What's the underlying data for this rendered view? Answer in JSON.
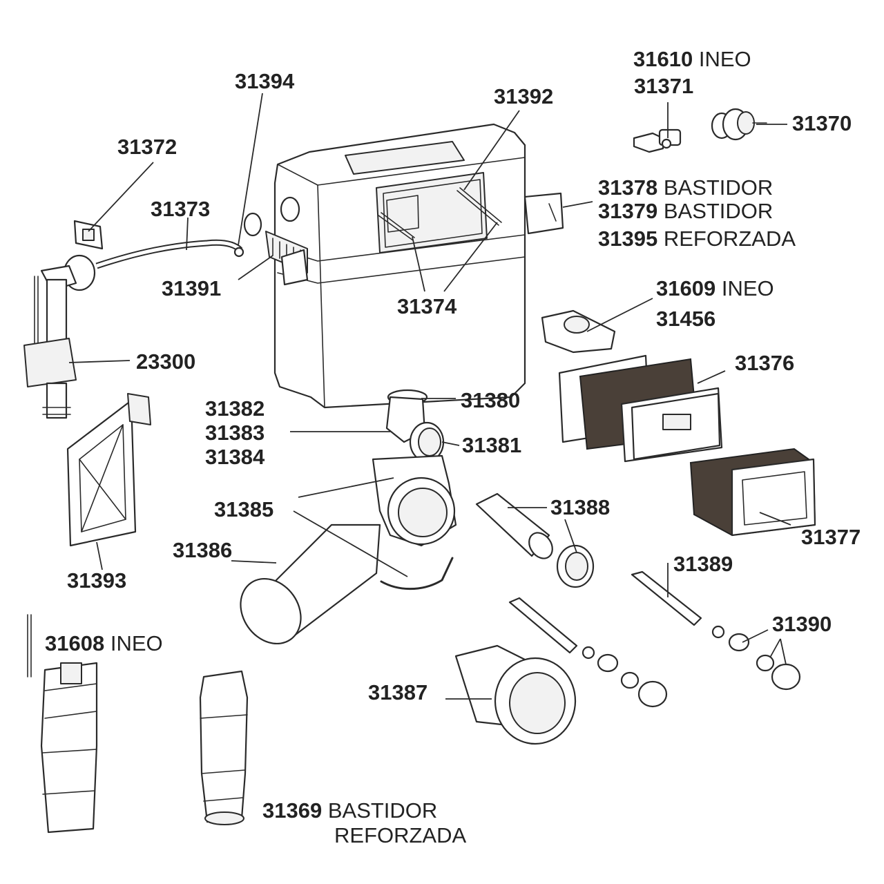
{
  "labels": {
    "p31610": {
      "number": "31610",
      "desc": "INEO"
    },
    "p31371": {
      "number": "31371",
      "desc": ""
    },
    "p31370": {
      "number": "31370",
      "desc": ""
    },
    "p31394": {
      "number": "31394",
      "desc": ""
    },
    "p31392": {
      "number": "31392",
      "desc": ""
    },
    "p31372": {
      "number": "31372",
      "desc": ""
    },
    "p31373": {
      "number": "31373",
      "desc": ""
    },
    "p31378": {
      "number": "31378",
      "desc": "BASTIDOR"
    },
    "p31379": {
      "number": "31379",
      "desc": "BASTIDOR"
    },
    "p31395": {
      "number": "31395",
      "desc": "REFORZADA"
    },
    "p31391": {
      "number": "31391",
      "desc": ""
    },
    "p31374": {
      "number": "31374",
      "desc": ""
    },
    "p31609": {
      "number": "31609",
      "desc": "INEO"
    },
    "p31456": {
      "number": "31456",
      "desc": ""
    },
    "p23300": {
      "number": "23300",
      "desc": ""
    },
    "p31376": {
      "number": "31376",
      "desc": ""
    },
    "p31380": {
      "number": "31380",
      "desc": ""
    },
    "p31382": {
      "number": "31382",
      "desc": ""
    },
    "p31383": {
      "number": "31383",
      "desc": ""
    },
    "p31384": {
      "number": "31384",
      "desc": ""
    },
    "p31381": {
      "number": "31381",
      "desc": ""
    },
    "p31385": {
      "number": "31385",
      "desc": ""
    },
    "p31388": {
      "number": "31388",
      "desc": ""
    },
    "p31377": {
      "number": "31377",
      "desc": ""
    },
    "p31386": {
      "number": "31386",
      "desc": ""
    },
    "p31389": {
      "number": "31389",
      "desc": ""
    },
    "p31393": {
      "number": "31393",
      "desc": ""
    },
    "p31390": {
      "number": "31390",
      "desc": ""
    },
    "p31608": {
      "number": "31608",
      "desc": "INEO"
    },
    "p31387": {
      "number": "31387",
      "desc": ""
    },
    "p31369": {
      "number": "31369",
      "desc": "BASTIDOR"
    },
    "p31369b": {
      "number": "",
      "desc": "REFORZADA"
    }
  }
}
